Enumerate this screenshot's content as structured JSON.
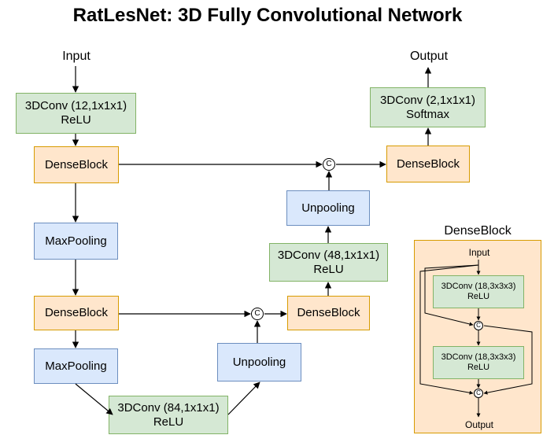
{
  "title": "RatLesNet: 3D Fully Convolutional Network",
  "input_label": "Input",
  "output_label": "Output",
  "concat_symbol": "C",
  "nodes": {
    "conv_in": {
      "line1": "3DConv  (12,1x1x1)",
      "line2": "ReLU"
    },
    "dense1": {
      "label": "DenseBlock"
    },
    "pool1": {
      "label": "MaxPooling"
    },
    "dense2": {
      "label": "DenseBlock"
    },
    "pool2": {
      "label": "MaxPooling"
    },
    "conv_bottom": {
      "line1": "3DConv  (84,1x1x1)",
      "line2": "ReLU"
    },
    "unpool1": {
      "label": "Unpooling"
    },
    "dense3": {
      "label": "DenseBlock"
    },
    "conv_mid": {
      "line1": "3DConv  (48,1x1x1)",
      "line2": "ReLU"
    },
    "unpool2": {
      "label": "Unpooling"
    },
    "dense4": {
      "label": "DenseBlock"
    },
    "conv_out": {
      "line1": "3DConv  (2,1x1x1)",
      "line2": "Softmax"
    }
  },
  "dense_block_detail": {
    "title": "DenseBlock",
    "input_label": "Input",
    "output_label": "Output",
    "conv1": {
      "line1": "3DConv  (18,3x3x3)",
      "line2": "ReLU"
    },
    "conv2": {
      "line1": "3DConv  (18,3x3x3)",
      "line2": "ReLU"
    }
  }
}
